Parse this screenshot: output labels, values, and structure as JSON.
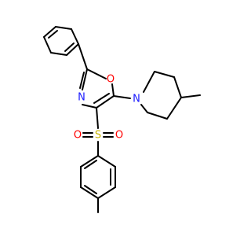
{
  "molecule": {
    "atoms": {
      "oxazole_o": {
        "label": "O",
        "color": "#ff0000"
      },
      "oxazole_n": {
        "label": "N",
        "color": "#1a1aff"
      },
      "piperidine_n": {
        "label": "N",
        "color": "#1a1aff"
      },
      "sulfonyl_s": {
        "label": "S",
        "color": "#c8b400"
      },
      "sulfonyl_o_left": {
        "label": "O",
        "color": "#ff0000"
      },
      "sulfonyl_o_right": {
        "label": "O",
        "color": "#ff0000"
      }
    },
    "bond_color": "#000000"
  }
}
